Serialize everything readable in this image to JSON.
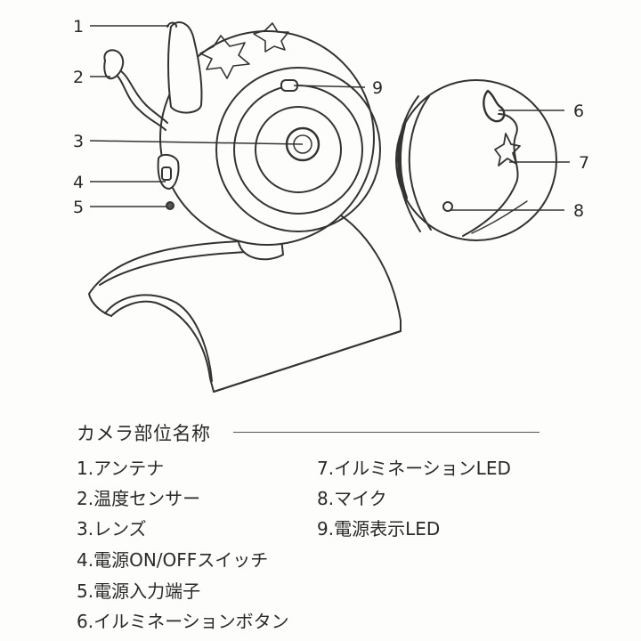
{
  "callouts": [
    {
      "num": "1"
    },
    {
      "num": "2"
    },
    {
      "num": "3"
    },
    {
      "num": "4"
    },
    {
      "num": "5"
    },
    {
      "num": "6"
    },
    {
      "num": "7"
    },
    {
      "num": "8"
    },
    {
      "num": "9"
    }
  ],
  "legend": {
    "title": "カメラ部位名称",
    "items": [
      "1.アンテナ",
      "2.温度センサー",
      "3.レンズ",
      "4.電源ON/OFFスイッチ",
      "5.電源入力端子",
      "6.イルミネーションボタン",
      "7.イルミネーションLED",
      "8.マイク",
      "9.電源表示LED"
    ]
  }
}
